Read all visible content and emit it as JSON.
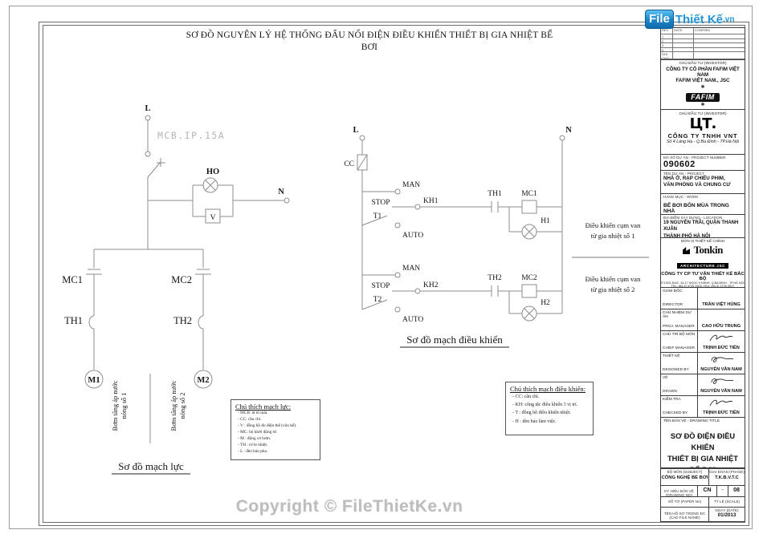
{
  "sheet": {
    "title_line1": "SƠ ĐỒ NGUYÊN LÝ HỆ THỐNG ĐẤU NỐI ĐIỆN ĐIỀU KHIỂN THIẾT BỊ GIA NHIỆT BỂ",
    "title_line2": "BƠI",
    "copyright": "Copyright © FileThietKe.vn"
  },
  "logo": {
    "file": "File",
    "thietke": "Thiết Kế",
    "vn": ".vn",
    "blue": "#1d87c9",
    "cyan": "#2296d8"
  },
  "power": {
    "caption": "Sơ đồ mạch lực",
    "l": "L",
    "n": "N",
    "mcb": "MCB.IP.15A",
    "ho": "HO",
    "v": "V",
    "mc1": "MC1",
    "mc2": "MC2",
    "th1": "TH1",
    "th2": "TH2",
    "m1": "M1",
    "m2": "M2",
    "pump1_line1": "Bơm tăng áp nước",
    "pump1_line2": "nóng số 1",
    "pump2_line1": "Bơm tăng áp nước",
    "pump2_line2": "nóng số 2"
  },
  "control": {
    "caption": "Sơ đồ mạch điều khiển",
    "l": "L",
    "n": "N",
    "cc": "CC",
    "man1": "MAN",
    "stop1": "STOP",
    "auto1": "AUTO",
    "t1": "T1",
    "kh1": "KH1",
    "th1": "TH1",
    "mc1": "MC1",
    "h1": "H1",
    "man2": "MAN",
    "stop2": "STOP",
    "auto2": "AUTO",
    "t2": "T2",
    "kh2": "KH2",
    "th2": "TH2",
    "mc2": "MC2",
    "h2": "H2",
    "group1_line1": "Điều khiển cụm van",
    "group1_line2": "từ gia nhiệt số 1",
    "group2_line1": "Điều khiển cụm van",
    "group2_line2": "từ gia nhiệt số 2"
  },
  "notes_power": {
    "title": "Chú thích mạch lực:",
    "items": [
      "- MCB: át tô mát.",
      "- CC: cầu chì.",
      "- V : đồng hồ đo điện thế (vôn kế).",
      "- MC: bộ khởi động từ.",
      "- M : động cơ bơm.",
      "- TH : rơ le nhiệt.",
      "- L : đèn báo pha."
    ]
  },
  "notes_control": {
    "title": "Chú thích mạch điều khiển:",
    "items": [
      "- CC: cầu chì.",
      "- KH: công tắc điều khiển 3 vị trí.",
      "- T : đồng hồ điều khiển nhiệt.",
      "- H : đèn báo làm việc."
    ]
  },
  "titleblock": {
    "rev_table": {
      "col1": "REV",
      "col2": "DATE",
      "col3": "CONFIRM",
      "rows": [
        "1",
        "2",
        "3",
        "4"
      ],
      "note_line1": "GHI CHÚ",
      "note_line2": "NOTE"
    },
    "investor1": {
      "header": "CHỦ ĐẦU TƯ (INVESTOR)",
      "line1": "CÔNG TY CỔ PHẦN FAFIM VIỆT NAM",
      "line2": "FAFIM VIỆT NAM., JSC",
      "logo": "FAFIM",
      "reel": "✱"
    },
    "investor2": {
      "header": "CHỦ ĐẦU TƯ (INVESTOR)",
      "logo": "ЦТ.",
      "company": "CÔNG TY TNHH VNT",
      "address": "Số 4 Láng Hạ - Q.Ba Đình - TP.Hà Nội"
    },
    "project_number": {
      "label": "MÃ SỐ DỰ ÁN - PROJECT NUMBER",
      "value": "090602"
    },
    "project": {
      "label": "TÊN DỰ ÁN - PROJECT",
      "line1": "NHÀ Ở, RẠP CHIẾU PHIM,",
      "line2": "VĂN PHÒNG VÀ CHUNG CƯ"
    },
    "work": {
      "label": "HẠNG MỤC - WORK",
      "value": "BỂ BƠI BỐN MÙA TRONG NHÀ"
    },
    "location": {
      "label": "ĐỊA ĐIỂM XÂY DỰNG - LOCATION",
      "line1": "19 NGUYỄN TRÃI, QUẬN THANH XUÂN",
      "line2": "THÀNH PHỐ HÀ NỘI"
    },
    "designer": {
      "header": "ĐƠN VỊ THIẾT KẾ CHÍNH",
      "logo_main": "Tonkin",
      "logo_sub": "ARCHITECTURE JSC",
      "company": "CÔNG TY CP TƯ VẤN THIẾT KẾ BẮC BỘ",
      "address": "P.1303, B4/2, 15-17 NGỌC KHÁNH, Q.BA ĐÌNH - TP.HÀ NỘI",
      "tel": "TEL: (84-4) 3726 3916; FAX: (84-4) 3726 3917"
    },
    "personnel": [
      {
        "vn": "GIÁM ĐỐC:",
        "en": "DIRECTOR",
        "name": "TRẦN VIỆT HÙNG"
      },
      {
        "vn": "CHỦ NHIỆM DỰ ÁN",
        "en": "PROJ. MANAGER",
        "name": "CAO HỮU TRUNG"
      },
      {
        "vn": "CHỦ TRÌ BỘ MÔN",
        "en": "CHIEF MANAGER",
        "name": "TRỊNH ĐỨC TIẾN"
      },
      {
        "vn": "THIẾT KẾ",
        "en": "DESIGNED BY",
        "name": "NGUYỄN VĂN NAM"
      },
      {
        "vn": "VẼ",
        "en": "DRAWN",
        "name": "NGUYỄN VĂN NAM"
      },
      {
        "vn": "KIỂM TRA",
        "en": "CHECKED BY",
        "name": "TRỊNH ĐỨC TIẾN"
      }
    ],
    "drawing_title": {
      "label": "TÊN BẢN VẼ - DRAWING TITLE",
      "line1": "SƠ ĐỒ ĐIỆN ĐIỀU KHIỂN",
      "line2": "THIẾT BỊ GIA NHIỆT BỂ BƠI"
    },
    "grid": {
      "subject_label": "BỘ MÔN (SUBJECT)",
      "subject_value": "CÔNG NGHỆ BỂ BƠI",
      "phase_label": "GIAI ĐOẠN (PHASE)",
      "phase_value": "T.K.B.V.T.C",
      "drawno_label": "KÝ HIỆU BẢN VẼ (DRAWING NO)",
      "drawno_1": "CN",
      "drawno_2": "-",
      "drawno_3": "08",
      "paper_label": "SỐ TỜ (PAPER No)",
      "scale_label": "TỶ LỆ (SCALE)",
      "cad_label": "TÊN HỒ SƠ TRONG ĐC (CAD FILE NAME)",
      "date_label": "NGÀY (DATE)",
      "date_value": "01/2013"
    }
  }
}
